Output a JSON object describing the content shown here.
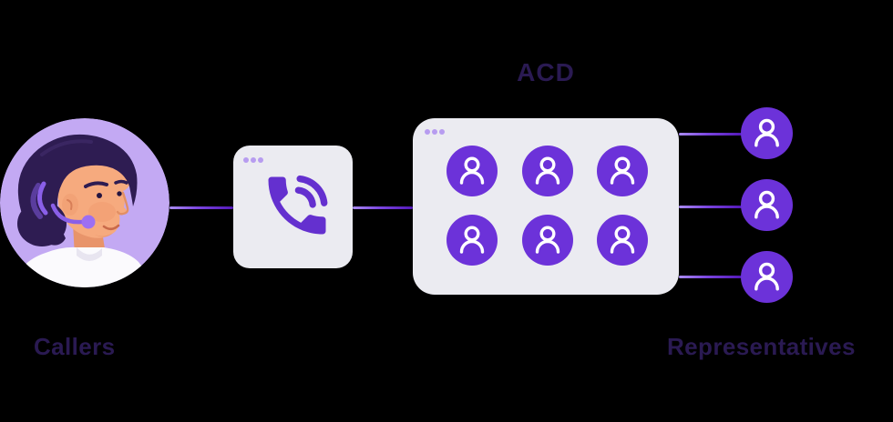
{
  "labels": {
    "callers": "Callers",
    "acd": "ACD",
    "representatives": "Representatives"
  },
  "counts": {
    "acd_agents": 6,
    "acd_rows": 2,
    "acd_cols": 3,
    "representatives": 3
  },
  "icons": {
    "caller_avatar": "woman-with-headset-avatar",
    "phone": "phone-call-icon",
    "person": "person-icon",
    "window_dots": "window-dots-icon"
  },
  "colors": {
    "background": "#000000",
    "accent_purple": "#6C32D9",
    "avatar_circle": "#C3A9F3",
    "panel_gray": "#EBEBF1",
    "dot_purple": "#B79CF0",
    "connector_start": "#A98BF0",
    "connector_end": "#5318B8",
    "text_navy": "#2A1A52",
    "phone_icon_purple": "#6430CF"
  }
}
